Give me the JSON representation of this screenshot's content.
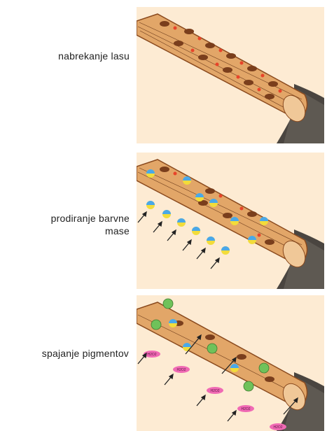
{
  "steps": [
    {
      "label_line1": "nabrekanje lasu",
      "label_line2": ""
    },
    {
      "label_line1": "prodiranje barvne",
      "label_line2": "mase"
    },
    {
      "label_line1": "spajanje pigmentov",
      "label_line2": ""
    }
  ],
  "h2o2_label": "H2O2",
  "colors": {
    "panel_bg": "#fdebd3",
    "hair_fill": "#e2a668",
    "hair_outline": "#8a4a1e",
    "melanin": "#7a3e1c",
    "red_dot": "#e8442a",
    "pigment_blue": "#4aa8e8",
    "pigment_yellow": "#f2dc3a",
    "pigment_green": "#6fc25a",
    "h2o2_pink": "#f06ab4",
    "arrow": "#222222"
  }
}
